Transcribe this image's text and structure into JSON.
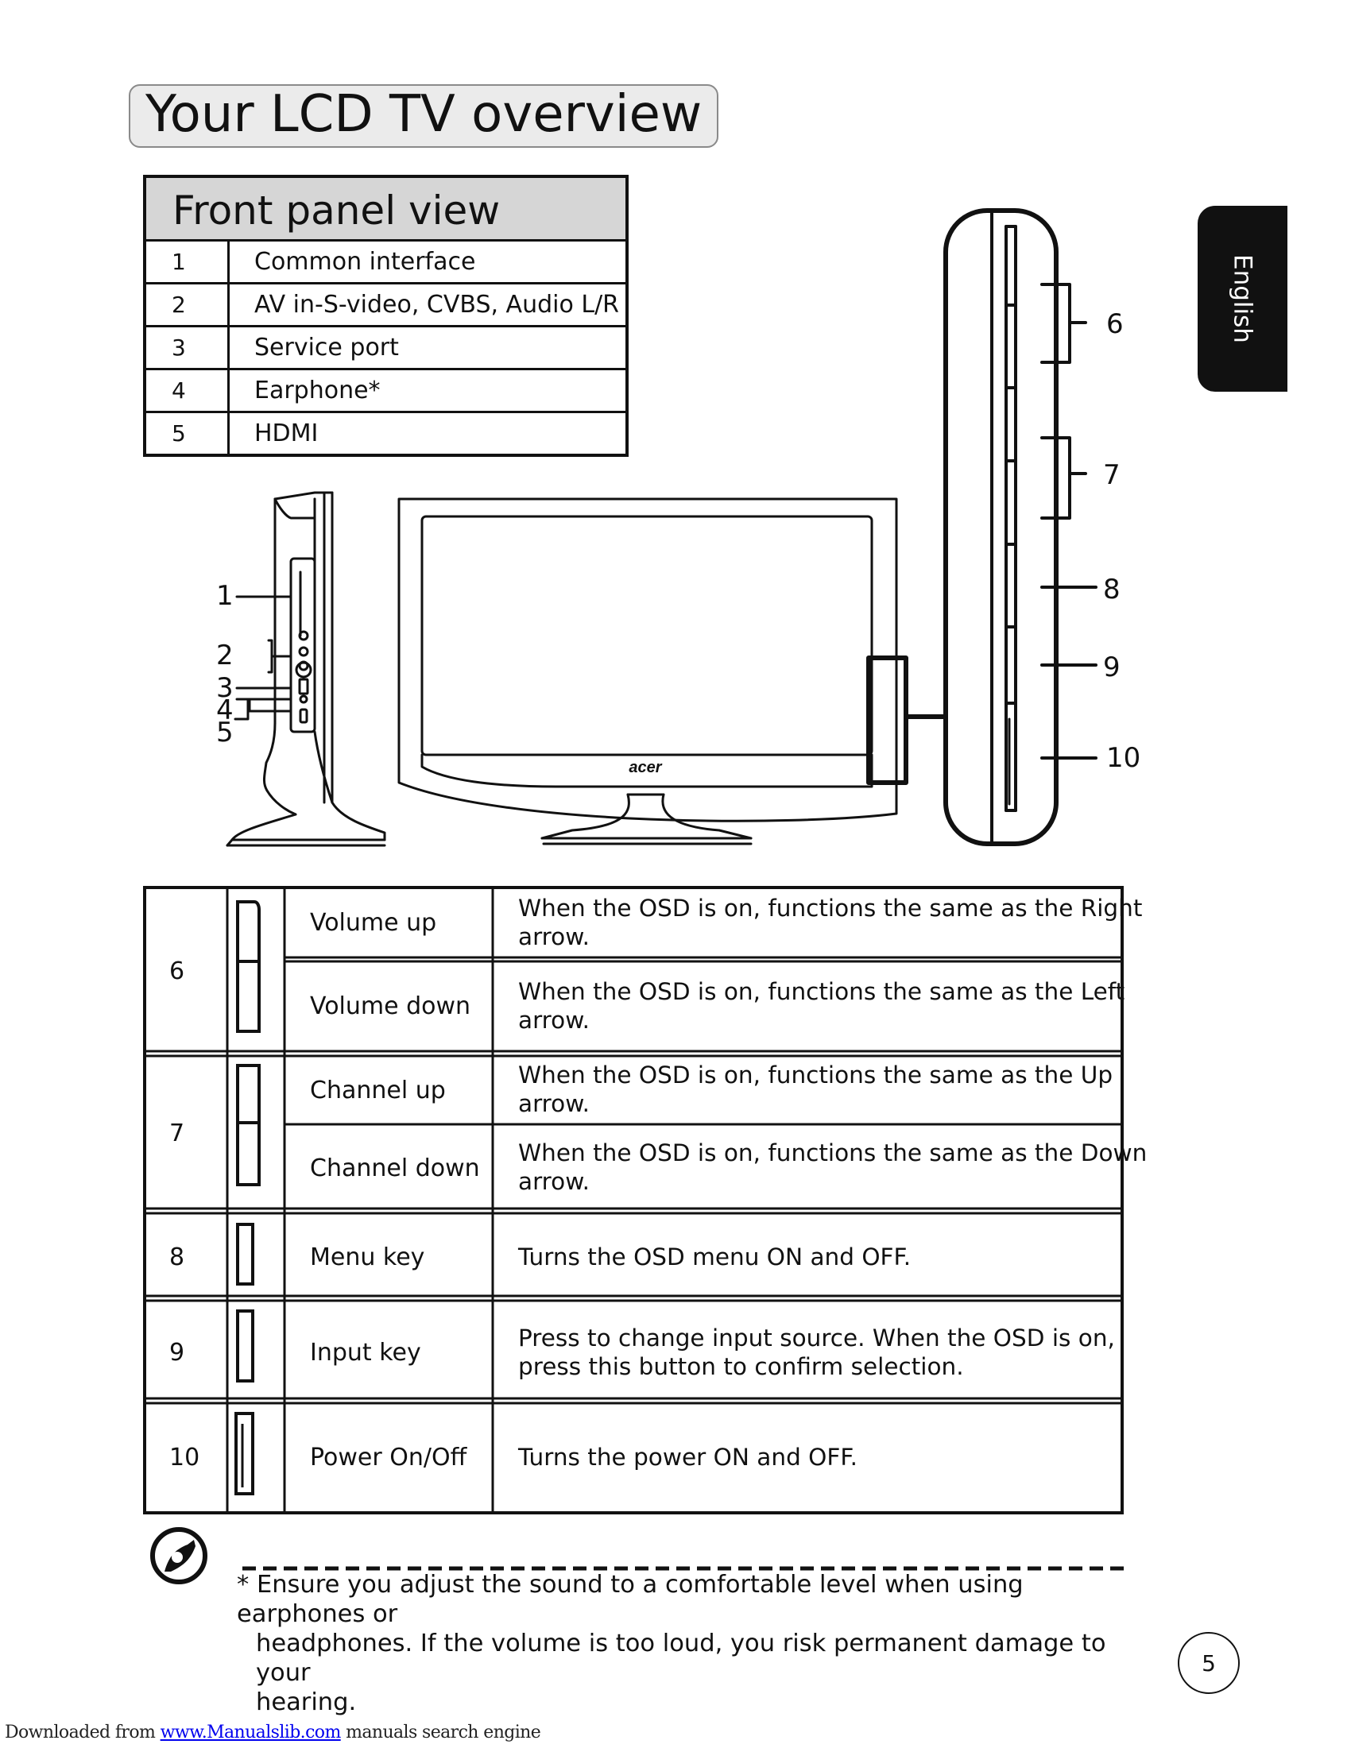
{
  "page": {
    "title": "Your LCD TV overview",
    "language_tab": "English",
    "page_number": "5"
  },
  "front_panel": {
    "heading": "Front panel view",
    "rows": [
      {
        "num": "1",
        "label": "Common interface"
      },
      {
        "num": "2",
        "label": "AV in-S-video, CVBS, Audio L/R"
      },
      {
        "num": "3",
        "label": "Service port"
      },
      {
        "num": "4",
        "label": "Earphone*"
      },
      {
        "num": "5",
        "label": "HDMI"
      }
    ]
  },
  "diagram": {
    "side_callouts": [
      "1",
      "2",
      "3",
      "4",
      "5"
    ],
    "button_callouts": [
      "6",
      "7",
      "8",
      "9",
      "10"
    ],
    "brand_logo": "acer"
  },
  "buttons_table": {
    "groups": [
      {
        "num": "6",
        "rows": [
          {
            "label": "Volume up",
            "desc": [
              "When the OSD is on, functions the same as the Right",
              "arrow."
            ]
          },
          {
            "label": "Volume down",
            "desc": [
              "When the OSD is on, functions the same as the Left",
              "arrow."
            ]
          }
        ]
      },
      {
        "num": "7",
        "rows": [
          {
            "label": "Channel up",
            "desc": [
              "When the OSD is on, functions the same as the Up",
              "arrow."
            ]
          },
          {
            "label": "Channel down",
            "desc": [
              "When the OSD is on, functions the same as the Down",
              "arrow."
            ]
          }
        ]
      },
      {
        "num": "8",
        "rows": [
          {
            "label": "Menu key",
            "desc": [
              "Turns the OSD menu ON and OFF."
            ]
          }
        ]
      },
      {
        "num": "9",
        "rows": [
          {
            "label": "Input key",
            "desc": [
              "Press to change input source. When the OSD is on,",
              "press this button to confirm selection."
            ]
          }
        ]
      },
      {
        "num": "10",
        "rows": [
          {
            "label": "Power On/Off",
            "desc": [
              "Turns the power ON and OFF."
            ]
          }
        ]
      }
    ]
  },
  "note": {
    "lines": [
      "* Ensure you adjust the sound to a comfortable level when using earphones or",
      "headphones. If the volume is too loud, you risk permanent damage to your",
      "hearing."
    ]
  },
  "footer": {
    "prefix": "Downloaded from ",
    "link_text": "www.Manualslib.com",
    "suffix": "  manuals search engine"
  }
}
